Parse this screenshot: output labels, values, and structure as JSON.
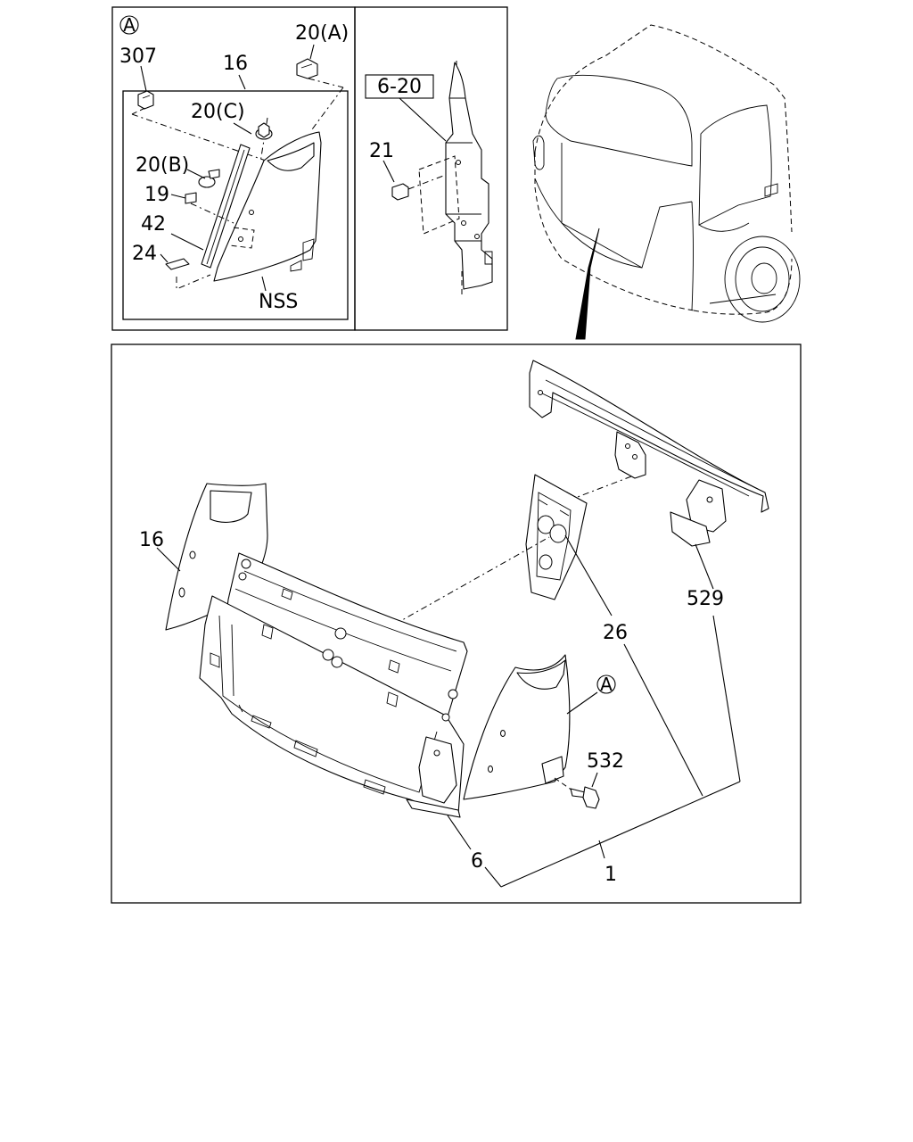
{
  "callouts": {
    "inset_a": {
      "circle_letter": "A",
      "p307": "307",
      "p16": "16",
      "p20a": "20(A)",
      "p20c": "20(C)",
      "p20b": "20(B)",
      "p19": "19",
      "p42": "42",
      "p24": "24",
      "nss": "NSS"
    },
    "inset_b": {
      "p6_20": "6-20",
      "p21": "21"
    },
    "main": {
      "p16": "16",
      "p26": "26",
      "p529": "529",
      "circle_letter": "A",
      "p532": "532",
      "p6": "6",
      "p1": "1"
    }
  }
}
